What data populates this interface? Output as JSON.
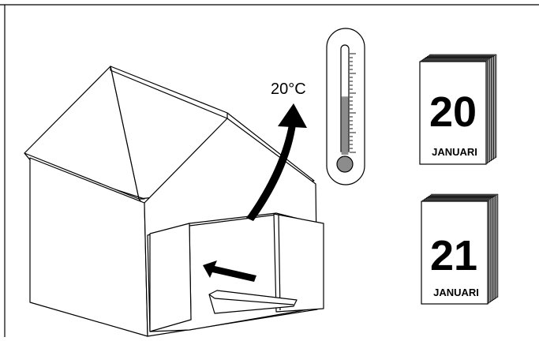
{
  "temperature": {
    "label": "20°C",
    "fill_fraction": 0.55
  },
  "calendars": [
    {
      "day": "20",
      "month": "JANUARI"
    },
    {
      "day": "21",
      "month": "JANUARI"
    }
  ],
  "colors": {
    "line": "#000000",
    "mercury": "#8c8c8c",
    "background": "#ffffff"
  }
}
